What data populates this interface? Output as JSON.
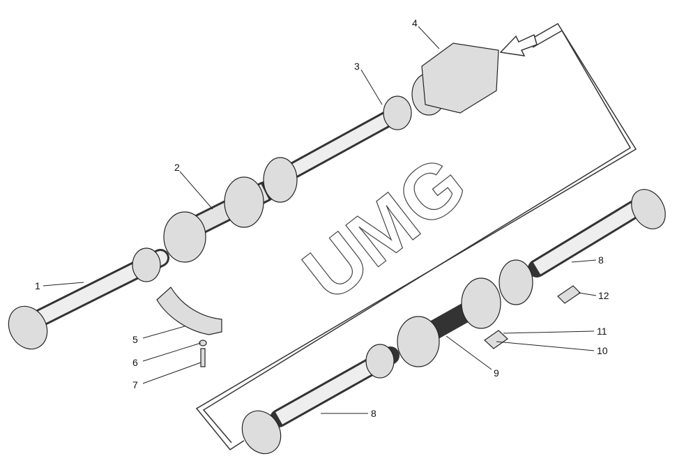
{
  "watermark": "UMG",
  "callouts": [
    {
      "id": "1",
      "label": "1"
    },
    {
      "id": "2",
      "label": "2"
    },
    {
      "id": "3",
      "label": "3"
    },
    {
      "id": "4",
      "label": "4"
    },
    {
      "id": "5",
      "label": "5"
    },
    {
      "id": "6",
      "label": "6"
    },
    {
      "id": "7",
      "label": "7"
    },
    {
      "id": "8a",
      "label": "8"
    },
    {
      "id": "8b",
      "label": "8"
    },
    {
      "id": "9",
      "label": "9"
    },
    {
      "id": "10",
      "label": "10"
    },
    {
      "id": "11",
      "label": "11"
    },
    {
      "id": "12",
      "label": "12"
    }
  ]
}
